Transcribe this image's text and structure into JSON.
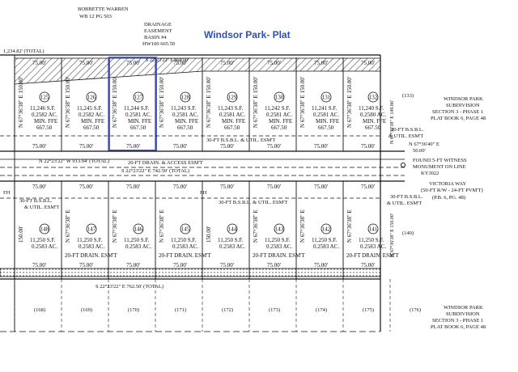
{
  "title": "Windsor Park- Plat",
  "title_color": "#2E4FB8",
  "highlight_color": "#3B4FD0",
  "owner_label": [
    "BOBBETTE WARREN",
    "WB 12 PG 503"
  ],
  "drainage_label": [
    "DRAINAGE",
    "EASEMENT",
    "BASIN #4",
    "HW100 665.50"
  ],
  "top_total": "1,234.82' (TOTAL)",
  "top_easement_bearing": "S 22°23'22\" E 469.00'",
  "dim_75": "75.00'",
  "dim_50": "50.00'",
  "dim_150": "150.00'",
  "upper_lots": [
    {
      "num": "125",
      "sf": "11,246 S.F.",
      "ac": "0.2582 AC.",
      "ffe": "MIN. FFE",
      "elev": "667.50",
      "bearing": "N 67°36'38\" E 150.00'"
    },
    {
      "num": "126",
      "sf": "11,245 S.F.",
      "ac": "0.2582 AC.",
      "ffe": "MIN. FFE",
      "elev": "667.50",
      "bearing": "N 67°36'38\" E 150.00'"
    },
    {
      "num": "127",
      "sf": "11,244 S.F.",
      "ac": "0.2581 AC.",
      "ffe": "MIN. FFE",
      "elev": "667.50",
      "bearing": "N 67°36'38\" E 150.00'"
    },
    {
      "num": "128",
      "sf": "11,243 S.F.",
      "ac": "0.2581 AC.",
      "ffe": "MIN. FFE",
      "elev": "667.50",
      "bearing": "N 67°36'38\" E 150.00'"
    },
    {
      "num": "129",
      "sf": "11,243 S.F.",
      "ac": "0.2581 AC.",
      "ffe": "MIN. FFE",
      "elev": "667.50",
      "bearing": "N 67°36'38\" E 150.00'"
    },
    {
      "num": "130",
      "sf": "11,242 S.F.",
      "ac": "0.2581 AC.",
      "ffe": "MIN. FFE",
      "elev": "667.50",
      "bearing": "N 67°36'38\" E 150.00'"
    },
    {
      "num": "131",
      "sf": "11,241 S.F.",
      "ac": "0.2581 AC.",
      "ffe": "MIN. FFE",
      "elev": "667.50",
      "bearing": "N 67°36'38\" E 150.00'"
    },
    {
      "num": "132",
      "sf": "11,240 S.F.",
      "ac": "0.2580 AC.",
      "ffe": "MIN. FFE",
      "elev": "667.50",
      "bearing": "N 67°36'38\" E 150.00'"
    }
  ],
  "lower_lots": [
    {
      "num": "148",
      "sf": "11,250 S.F.",
      "ac": "0.2583 AC.",
      "bearing": "150.00'"
    },
    {
      "num": "147",
      "sf": "11,250 S.F.",
      "ac": "0.2583 AC.",
      "bearing": "N 67°36'38\" E"
    },
    {
      "num": "146",
      "sf": "11,250 S.F.",
      "ac": "0.2583 AC.",
      "bearing": "N 67°36'38\" E"
    },
    {
      "num": "145",
      "sf": "11,250 S.F.",
      "ac": "0.2583 AC.",
      "bearing": "N 67°36'38\" E"
    },
    {
      "num": "144",
      "sf": "11,250 S.F.",
      "ac": "0.2583 AC.",
      "bearing": "150.00'"
    },
    {
      "num": "143",
      "sf": "11,250 S.F.",
      "ac": "0.2583 AC.",
      "bearing": "N 67°36'38\" E"
    },
    {
      "num": "142",
      "sf": "11,250 S.F.",
      "ac": "0.2583 AC.",
      "bearing": "N 67°36'38\" E"
    },
    {
      "num": "141",
      "sf": "11,250 S.F.",
      "ac": "0.2583 AC.",
      "bearing": "N 67°36'38\" E"
    }
  ],
  "bottom_lots": [
    "(168)",
    "(169)",
    "(170)",
    "(171)",
    "(172)",
    "(173)",
    "(174)",
    "(175)",
    "(176)"
  ],
  "right_lots": {
    "upper": "(133)",
    "lower": "(140)"
  },
  "bsbl_upper": "30-FT B.S.B.L. & UTIL. ESM'T",
  "bsbl_right_upper": [
    "30-FT B.S.B.L.",
    "& UTIL. ESM'T"
  ],
  "bsbl_right_lower": [
    "30-FT B.S.B.L.",
    "& UTIL. ESM'T"
  ],
  "bsbl_lower_left": [
    "30-FT B.S.B.L.",
    "& UTIL. ESM'T"
  ],
  "bsbl_lower_right": "30-FT B.S.B.L. & UTIL. ESM'T",
  "drain_access": "20-FT DRAIN. & ACCESS ESM'T",
  "road_bearing_1": "N 22°23'22\" W 913.94' (TOTAL)",
  "road_bearing_2": "S 22°23'22\" E 742.50' (TOTAL)",
  "bottom_bearing": "S 22°23'22\" E 762.50' (TOTAL)",
  "right_bearing_upper": "N 67°36'38\" E 149.86'",
  "right_bearing_lower": "N 67°36'38\" E 150.00'",
  "corner_bearing": [
    "N 67°36'40\" E",
    "50.00'"
  ],
  "monument": [
    "FOUND 5-FT WITNESS",
    "MONUMENT ON LINE",
    "KY3022"
  ],
  "road": [
    "VICTORIA WAY",
    "(50-FT R/W - 24-FT PVM'T)",
    "(P.B. 6, PG. 48)"
  ],
  "subdiv_upper": [
    "WINDSOR PARK",
    "SUBDIVISION",
    "SECTION 3 - PHASE 1",
    "PLAT BOOK 6, PAGE 48"
  ],
  "subdiv_lower": [
    "WINDSOR PARK",
    "SUBDIVISION",
    "SECTION 3 - PHASE 1",
    "PLAT BOOK 6, PAGE 48"
  ],
  "drain_esmt": "20-FT DRAIN. ESM'T",
  "fh": "FH"
}
